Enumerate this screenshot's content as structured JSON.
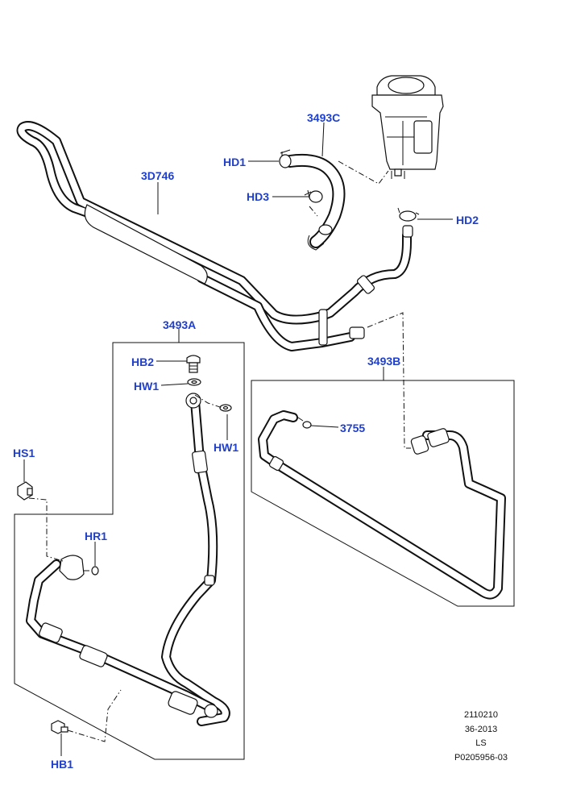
{
  "callouts": {
    "c3493C": "3493C",
    "cHD1": "HD1",
    "c3D746": "3D746",
    "cHD3": "HD3",
    "cHD2": "HD2",
    "c3493A": "3493A",
    "cHB2": "HB2",
    "cHW1a": "HW1",
    "cHW1b": "HW1",
    "c3493B": "3493B",
    "c3755": "3755",
    "cHS1": "HS1",
    "cHR1": "HR1",
    "cHB1": "HB1"
  },
  "footer": {
    "line1": "2110210",
    "line2": "36-2013",
    "line3": "LS",
    "line4": "P0205956-03"
  },
  "colors": {
    "callout": "#1f3fcf",
    "line": "#111111"
  }
}
